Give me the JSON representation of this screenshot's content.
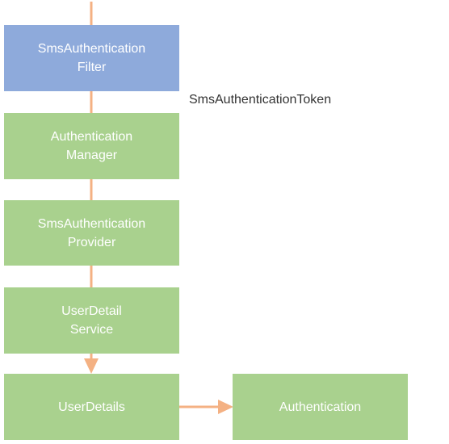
{
  "colors": {
    "connector": "#f4b183",
    "filter_box": "#8eaadb",
    "component_box": "#a9d18e",
    "box_text": "#ffffff",
    "label_text": "#333333"
  },
  "nodes": {
    "filter": {
      "line1": "SmsAuthentication",
      "line2": "Filter"
    },
    "manager": {
      "line1": "Authentication",
      "line2": "Manager"
    },
    "provider": {
      "line1": "SmsAuthentication",
      "line2": "Provider"
    },
    "service": {
      "line1": "UserDetail",
      "line2": "Service"
    },
    "user_details": {
      "line1": "UserDetails"
    },
    "authentication": {
      "line1": "Authentication"
    }
  },
  "token_label": "SmsAuthenticationToken"
}
